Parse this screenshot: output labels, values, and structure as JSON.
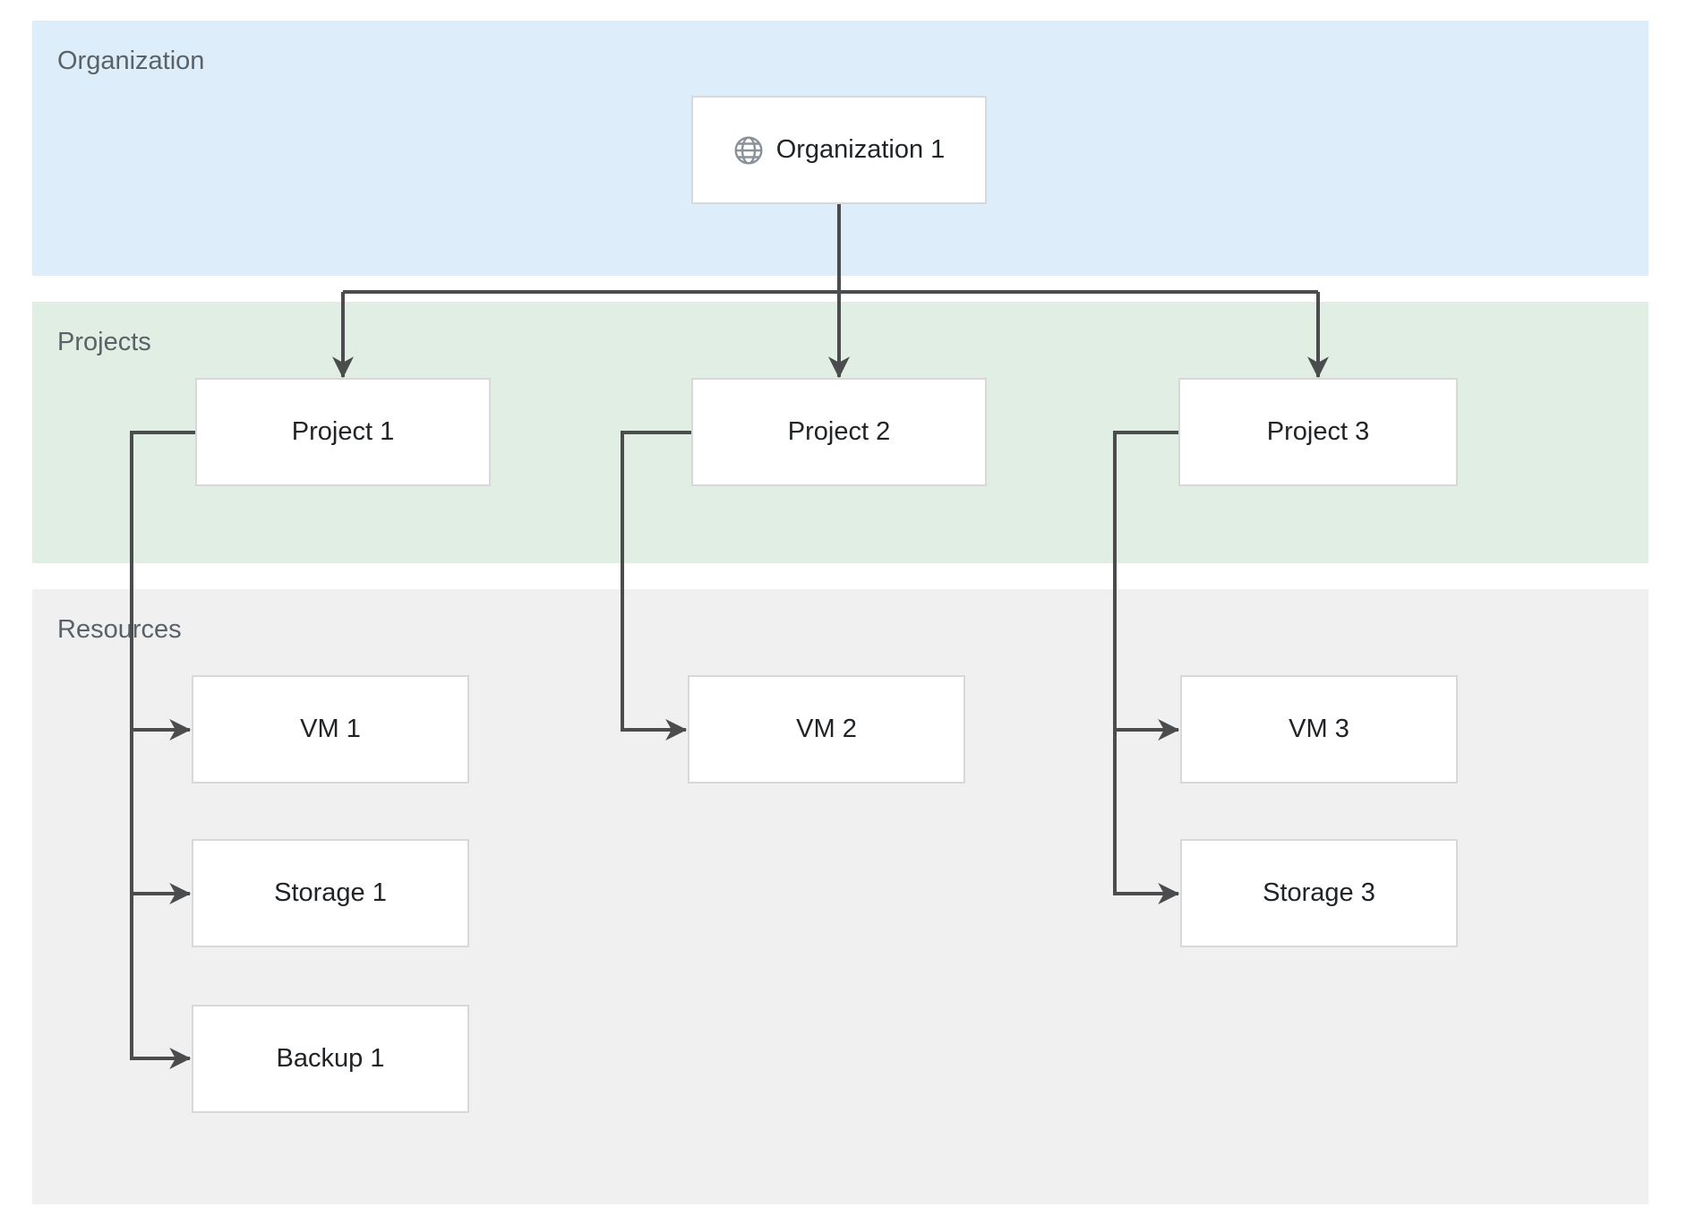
{
  "diagram": {
    "bands": [
      {
        "id": "organization",
        "label": "Organization"
      },
      {
        "id": "projects",
        "label": "Projects"
      },
      {
        "id": "resources",
        "label": "Resources"
      }
    ],
    "nodes": {
      "org1": {
        "label": "Organization 1",
        "icon": "globe-icon"
      },
      "project1": {
        "label": "Project 1"
      },
      "project2": {
        "label": "Project 2"
      },
      "project3": {
        "label": "Project 3"
      },
      "vm1": {
        "label": "VM 1"
      },
      "storage1": {
        "label": "Storage 1"
      },
      "backup1": {
        "label": "Backup 1"
      },
      "vm2": {
        "label": "VM 2"
      },
      "vm3": {
        "label": "VM 3"
      },
      "storage3": {
        "label": "Storage 3"
      }
    },
    "edges": [
      {
        "from": "org1",
        "to": "project1"
      },
      {
        "from": "org1",
        "to": "project2"
      },
      {
        "from": "org1",
        "to": "project3"
      },
      {
        "from": "project1",
        "to": "vm1"
      },
      {
        "from": "project1",
        "to": "storage1"
      },
      {
        "from": "project1",
        "to": "backup1"
      },
      {
        "from": "project2",
        "to": "vm2"
      },
      {
        "from": "project3",
        "to": "vm3"
      },
      {
        "from": "project3",
        "to": "storage3"
      }
    ],
    "colors": {
      "organization_band": "#ddeefa",
      "projects_band": "#e0eee4",
      "resources_band": "#f0f0f1",
      "connector": "#4a4c4d",
      "node_background": "#ffffff",
      "node_border": "#d6d8da",
      "node_text": "#212427",
      "band_label": "#5a6167",
      "icon": "#8b9199"
    }
  }
}
